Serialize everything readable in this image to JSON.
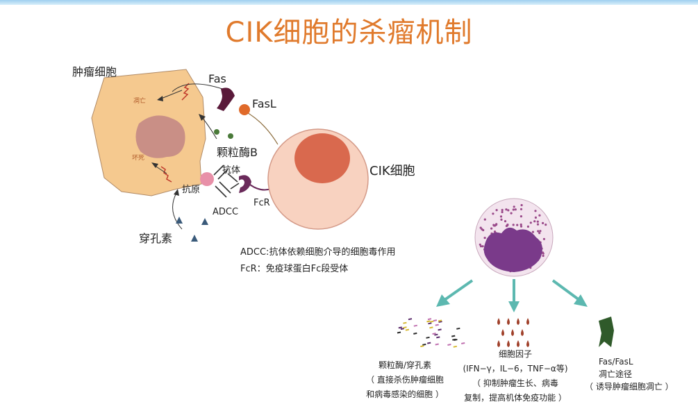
{
  "title": "CIK细胞的杀瘤机制",
  "labels": {
    "tumor_cell": "肿瘤细胞",
    "apoptosis": "凋亡",
    "necrosis": "坏死",
    "fas": "Fas",
    "fasl": "FasL",
    "granzyme_b": "颗粒酶B",
    "antibody": "抗体",
    "antigen": "抗原",
    "adcc": "ADCC",
    "fcr": "FcR",
    "perforin": "穿孔素",
    "cik_cell": "CIK细胞"
  },
  "legend": {
    "adcc_def": "ADCC:抗体依赖细胞介导的细胞毒作用",
    "fcr_def": "FcR：免疫球蛋白Fc段受体"
  },
  "mechanisms": [
    {
      "title": "颗粒酶/穿孔素",
      "desc_lines": [
        "（ 直接杀伤肿瘤细胞",
        "和病毒感染的细胞 ）"
      ]
    },
    {
      "title": "细胞因子",
      "desc_lines": [
        "(IFN−γ，IL−6，TNF−α等)",
        "（ 抑制肿瘤生长、病毒",
        "复制，提高机体免疫功能 ）"
      ]
    },
    {
      "title": "Fas/FasL",
      "desc_lines": [
        "凋亡途径",
        "（ 诱导肿瘤细胞凋亡 ）"
      ]
    }
  ],
  "colors": {
    "title": "#e07a2c",
    "tumor_fill": "#f5c98f",
    "tumor_nucleus": "#c98f86",
    "cik_fill": "#f8d2c0",
    "cik_nucleus": "#d9694e",
    "fas": "#5a1a3a",
    "fasl": "#e06a2a",
    "arrow": "#5cb8b0"
  }
}
